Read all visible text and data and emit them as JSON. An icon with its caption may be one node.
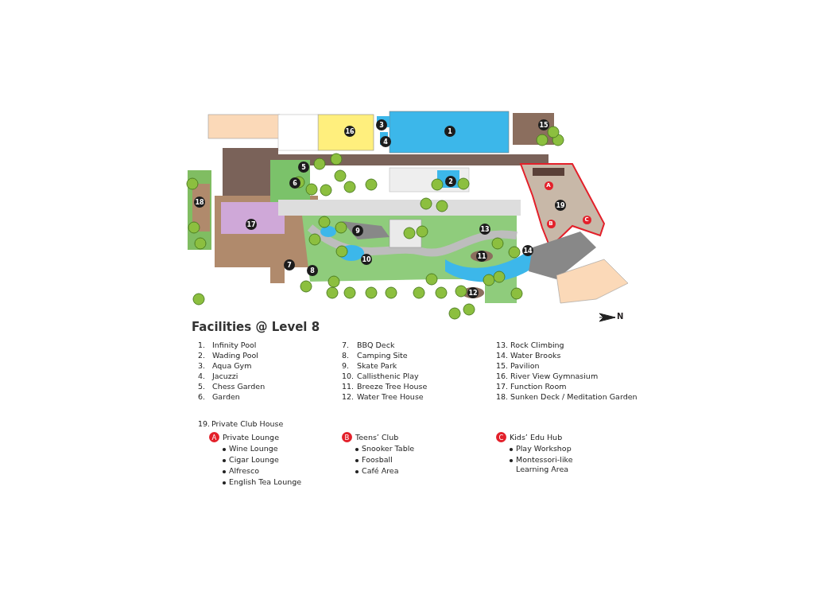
{
  "diagram": {
    "title": "Facilities @ Level 8",
    "labels": [
      "1",
      "2",
      "3",
      "4",
      "5",
      "6",
      "7",
      "8",
      "9",
      "10",
      "11",
      "12",
      "13",
      "14",
      "15",
      "16",
      "17",
      "18",
      "19",
      "A",
      "B",
      "C",
      "N",
      "1.",
      "Infinity Pool",
      "7.",
      "BBQ Deck",
      "13.",
      "Rock Climbing",
      "2.",
      "Wading Pool",
      "8.",
      "Camping Site",
      "14.",
      "Water Brooks",
      "3.",
      "Aqua Gym",
      "9.",
      "Skate Park",
      "15.",
      "Pavilion",
      "4.",
      "Jacuzzi",
      "10.",
      "Callisthenic Play",
      "16.",
      "River View Gymnasium",
      "5.",
      "Chess Garden",
      "11.",
      "Breeze Tree House",
      "17.",
      "Function Room",
      "6.",
      "Garden",
      "12.",
      "Water Tree House",
      "18.",
      "Sunken Deck / Meditation Garden",
      "19.",
      "Private Club House",
      "A",
      "Private Lounge",
      "Wine Lounge",
      "Cigar Lounge",
      "Alfresco",
      "English Tea Lounge",
      "B",
      "Teens’ Club",
      "Snooker Table",
      "Foosball",
      "Café Area",
      "C",
      "Kids’ Edu Hub",
      "Play Workshop",
      "Montessori-like Learning Area"
    ]
  }
}
